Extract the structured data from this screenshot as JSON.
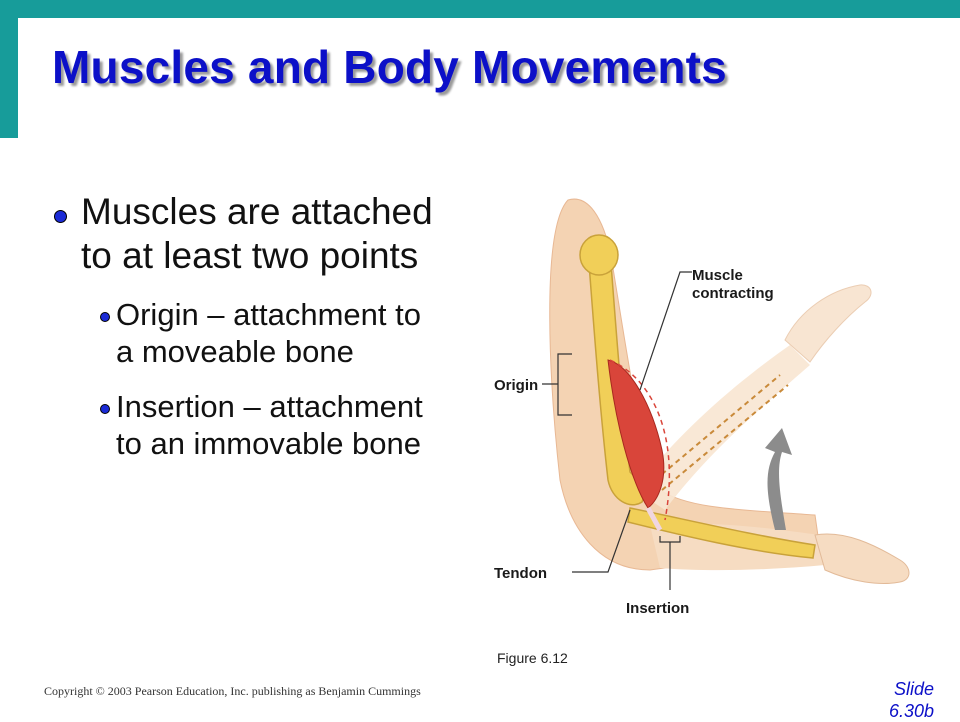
{
  "slide": {
    "title": "Muscles and Body Movements",
    "bullet_main": "Muscles are attached to at least two points",
    "sub_bullets": [
      {
        "label": "Origin – attachment to a moveable bone"
      },
      {
        "label": "Insertion – attachment to an immovable bone"
      }
    ]
  },
  "figure": {
    "labels": {
      "muscle_contracting_line1": "Muscle",
      "muscle_contracting_line2": "contracting",
      "origin": "Origin",
      "tendon": "Tendon",
      "insertion": "Insertion"
    },
    "caption": "Figure 6.12"
  },
  "footer": {
    "copyright": "Copyright © 2003 Pearson Education, Inc. publishing as Benjamin Cummings",
    "slide_label": "Slide",
    "slide_number": "6.30b"
  },
  "colors": {
    "accent_bar": "#179c9a",
    "title": "#0c10c8",
    "bullet": "#1b2bd6",
    "skin": "#f4d3b3",
    "bone": "#f1cf58",
    "muscle": "#d9453a"
  }
}
